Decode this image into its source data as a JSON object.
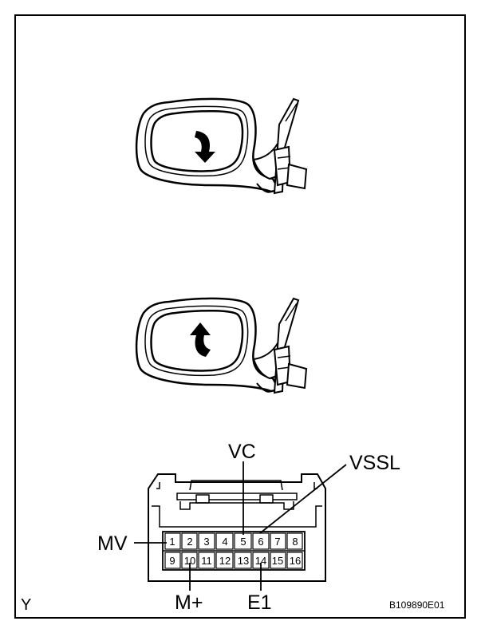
{
  "labels": {
    "vc": "VC",
    "vssl": "VSSL",
    "mv": "MV",
    "m_plus": "M+",
    "e1": "E1",
    "corner_mark": "Y",
    "figure_id": "B109890E01"
  },
  "connector": {
    "top_row": [
      "1",
      "2",
      "3",
      "4",
      "5",
      "6",
      "7",
      "8"
    ],
    "bottom_row": [
      "9",
      "10",
      "11",
      "12",
      "13",
      "14",
      "15",
      "16"
    ]
  },
  "icons": {
    "mirror_top_arrow": "arrow-down-icon",
    "mirror_bottom_arrow": "arrow-up-icon"
  }
}
